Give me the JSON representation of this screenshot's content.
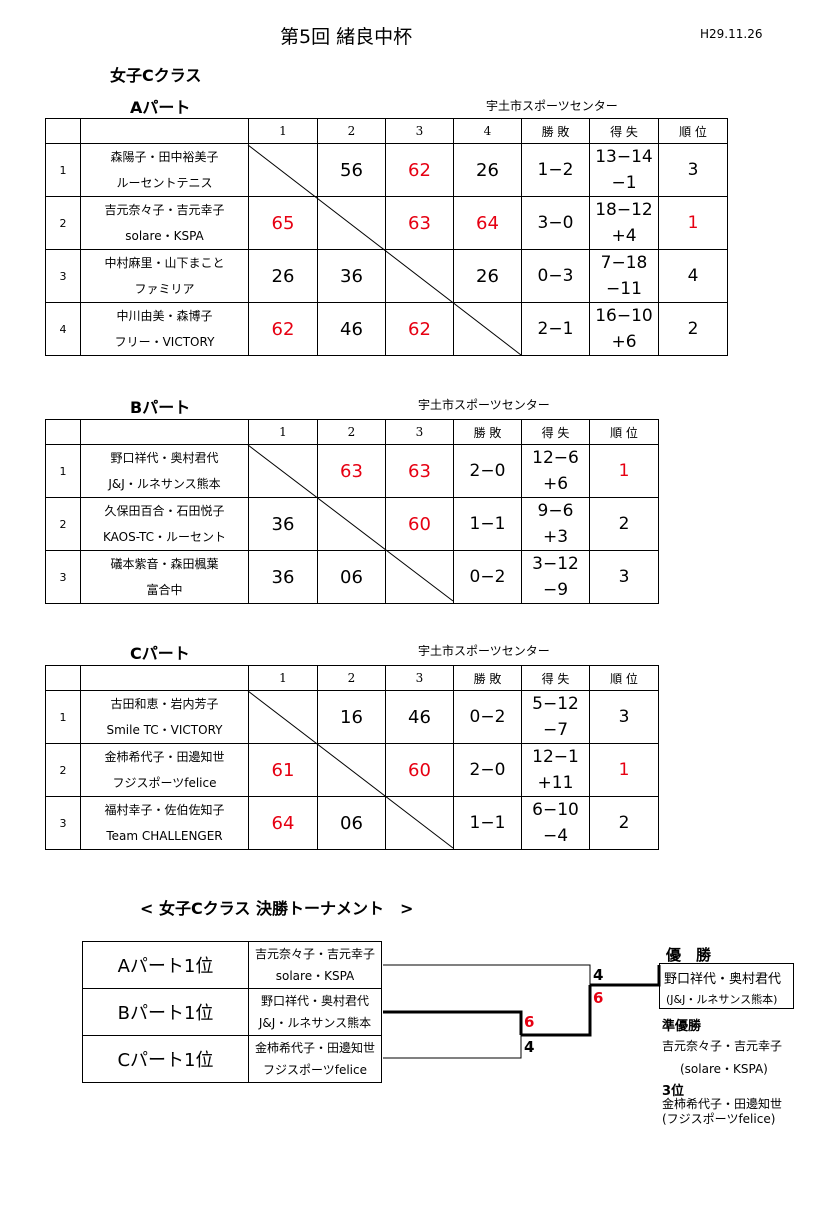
{
  "header": {
    "title": "第5回 緒良中杯",
    "date": "H29.11.26",
    "class_title": "女子Cクラス"
  },
  "parts": [
    {
      "label": "Aパート",
      "venue": "宇土市スポーツセンター",
      "columns": [
        "1",
        "2",
        "3",
        "4",
        "勝 敗",
        "得 失",
        "順 位"
      ],
      "rows": [
        {
          "no": "1",
          "players": "森陽子・田中裕美子",
          "club": "ルーセントテニス",
          "scores": [
            "",
            "56",
            "62",
            "26"
          ],
          "wl": "1−2",
          "pts": "13−14",
          "diff": "−1",
          "rank": "3"
        },
        {
          "no": "2",
          "players": "吉元奈々子・吉元幸子",
          "club": "solare・KSPA",
          "scores": [
            "65",
            "",
            "63",
            "64"
          ],
          "wl": "3−0",
          "pts": "18−12",
          "diff": "+4",
          "rank": "1"
        },
        {
          "no": "3",
          "players": "中村麻里・山下まこと",
          "club": "ファミリア",
          "scores": [
            "26",
            "36",
            "",
            "26"
          ],
          "wl": "0−3",
          "pts": "7−18",
          "diff": "−11",
          "rank": "4"
        },
        {
          "no": "4",
          "players": "中川由美・森博子",
          "club": "フリー・VICTORY",
          "scores": [
            "62",
            "46",
            "62",
            ""
          ],
          "wl": "2−1",
          "pts": "16−10",
          "diff": "+6",
          "rank": "2"
        }
      ]
    },
    {
      "label": "Bパート",
      "venue": "宇土市スポーツセンター",
      "columns": [
        "1",
        "2",
        "3",
        "勝 敗",
        "得 失",
        "順 位"
      ],
      "rows": [
        {
          "no": "1",
          "players": "野口祥代・奥村君代",
          "club": "J&J・ルネサンス熊本",
          "scores": [
            "",
            "63",
            "63"
          ],
          "wl": "2−0",
          "pts": "12−6",
          "diff": "+6",
          "rank": "1"
        },
        {
          "no": "2",
          "players": "久保田百合・石田悦子",
          "club": "KAOS-TC・ルーセント",
          "scores": [
            "36",
            "",
            "60"
          ],
          "wl": "1−1",
          "pts": "9−6",
          "diff": "+3",
          "rank": "2"
        },
        {
          "no": "3",
          "players": "礒本紫音・森田楓葉",
          "club": "富合中",
          "scores": [
            "36",
            "06",
            ""
          ],
          "wl": "0−2",
          "pts": "3−12",
          "diff": "−9",
          "rank": "3"
        }
      ]
    },
    {
      "label": "Cパート",
      "venue": "宇土市スポーツセンター",
      "columns": [
        "1",
        "2",
        "3",
        "勝 敗",
        "得 失",
        "順 位"
      ],
      "rows": [
        {
          "no": "1",
          "players": "古田和恵・岩内芳子",
          "club": "Smile TC・VICTORY",
          "scores": [
            "",
            "16",
            "46"
          ],
          "wl": "0−2",
          "pts": "5−12",
          "diff": "−7",
          "rank": "3"
        },
        {
          "no": "2",
          "players": "金柿希代子・田邊知世",
          "club": "フジスポーツfelice",
          "scores": [
            "61",
            "",
            "60"
          ],
          "wl": "2−0",
          "pts": "12−1",
          "diff": "+11",
          "rank": "1"
        },
        {
          "no": "3",
          "players": "福村幸子・佐伯佐知子",
          "club": "Team CHALLENGER",
          "scores": [
            "64",
            "06",
            ""
          ],
          "wl": "1−1",
          "pts": "6−10",
          "diff": "−4",
          "rank": "2"
        }
      ]
    }
  ],
  "tournament": {
    "title": "< 女子Cクラス 決勝トーナメント　>",
    "seeds": [
      {
        "label": "Aパート1位",
        "players": "吉元奈々子・吉元幸子",
        "club": "solare・KSPA"
      },
      {
        "label": "Bパート1位",
        "players": "野口祥代・奥村君代",
        "club": "J&J・ルネサンス熊本"
      },
      {
        "label": "Cパート1位",
        "players": "金柿希代子・田邊知世",
        "club": "フジスポーツfelice"
      }
    ],
    "semi_scores": {
      "b": "6",
      "c": "4"
    },
    "final_scores": {
      "top": "4",
      "bottom": "6"
    },
    "results": {
      "winner_label": "優　勝",
      "winner_players": "野口祥代・奥村君代",
      "winner_club": "(J&J・ルネサンス熊本)",
      "runner_label": "準優勝",
      "runner_players": "吉元奈々子・吉元幸子",
      "runner_club": "(solare・KSPA)",
      "third_label": "3位",
      "third_players": "金柿希代子・田邊知世",
      "third_club": "(フジスポーツfelice)"
    }
  },
  "colors": {
    "win_score": "#e60012",
    "text": "#000000"
  }
}
